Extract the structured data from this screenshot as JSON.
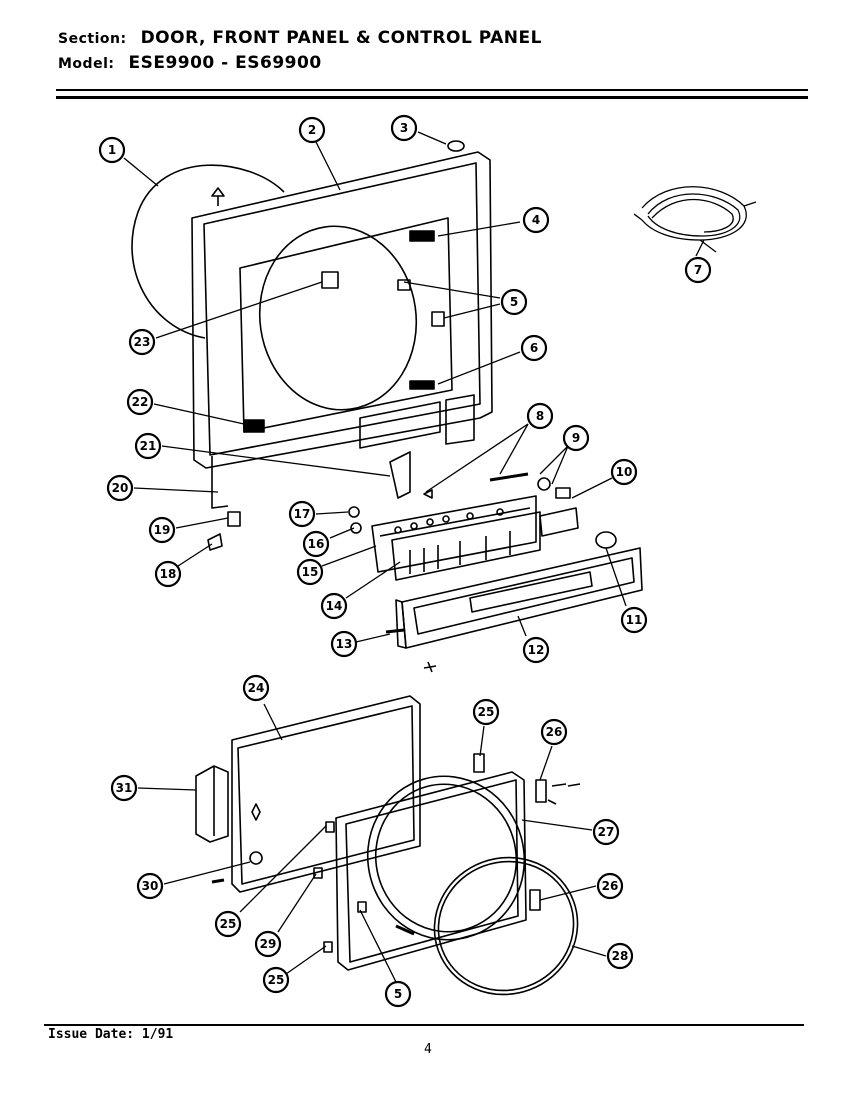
{
  "header": {
    "section_label": "Section:",
    "section_value": "DOOR, FRONT PANEL & CONTROL PANEL",
    "model_label": "Model:",
    "model_value": "ESE9900 - ES69900"
  },
  "footer": {
    "issue_date": "Issue Date: 1/91",
    "page_number": "4"
  },
  "callouts": [
    "1",
    "2",
    "3",
    "4",
    "5",
    "6",
    "7",
    "8",
    "9",
    "10",
    "11",
    "12",
    "13",
    "14",
    "15",
    "16",
    "17",
    "18",
    "19",
    "20",
    "21",
    "22",
    "23",
    "24",
    "25",
    "26",
    "27",
    "28",
    "29",
    "30",
    "31"
  ]
}
